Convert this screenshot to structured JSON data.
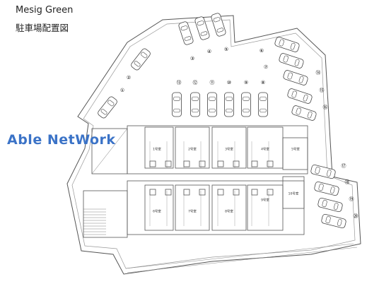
{
  "title": "Mesig Green",
  "subtitle": "駐車場配置図",
  "watermark": "Able NetWork",
  "watermark_color": "#3b73c7",
  "line_color": "#555555",
  "parking_spaces": [
    "①",
    "②",
    "③",
    "④",
    "⑤",
    "⑥",
    "⑦",
    "⑧",
    "⑨",
    "⑩",
    "⑪",
    "⑫",
    "⑬",
    "⑭",
    "⑮",
    "⑯",
    "⑰",
    "⑱",
    "⑲",
    "⑳"
  ],
  "room_labels": [
    "1号室",
    "2号室",
    "3号室",
    "4号室",
    "5号室",
    "6号室",
    "7号室",
    "8号室",
    "9号室",
    "10号室"
  ]
}
